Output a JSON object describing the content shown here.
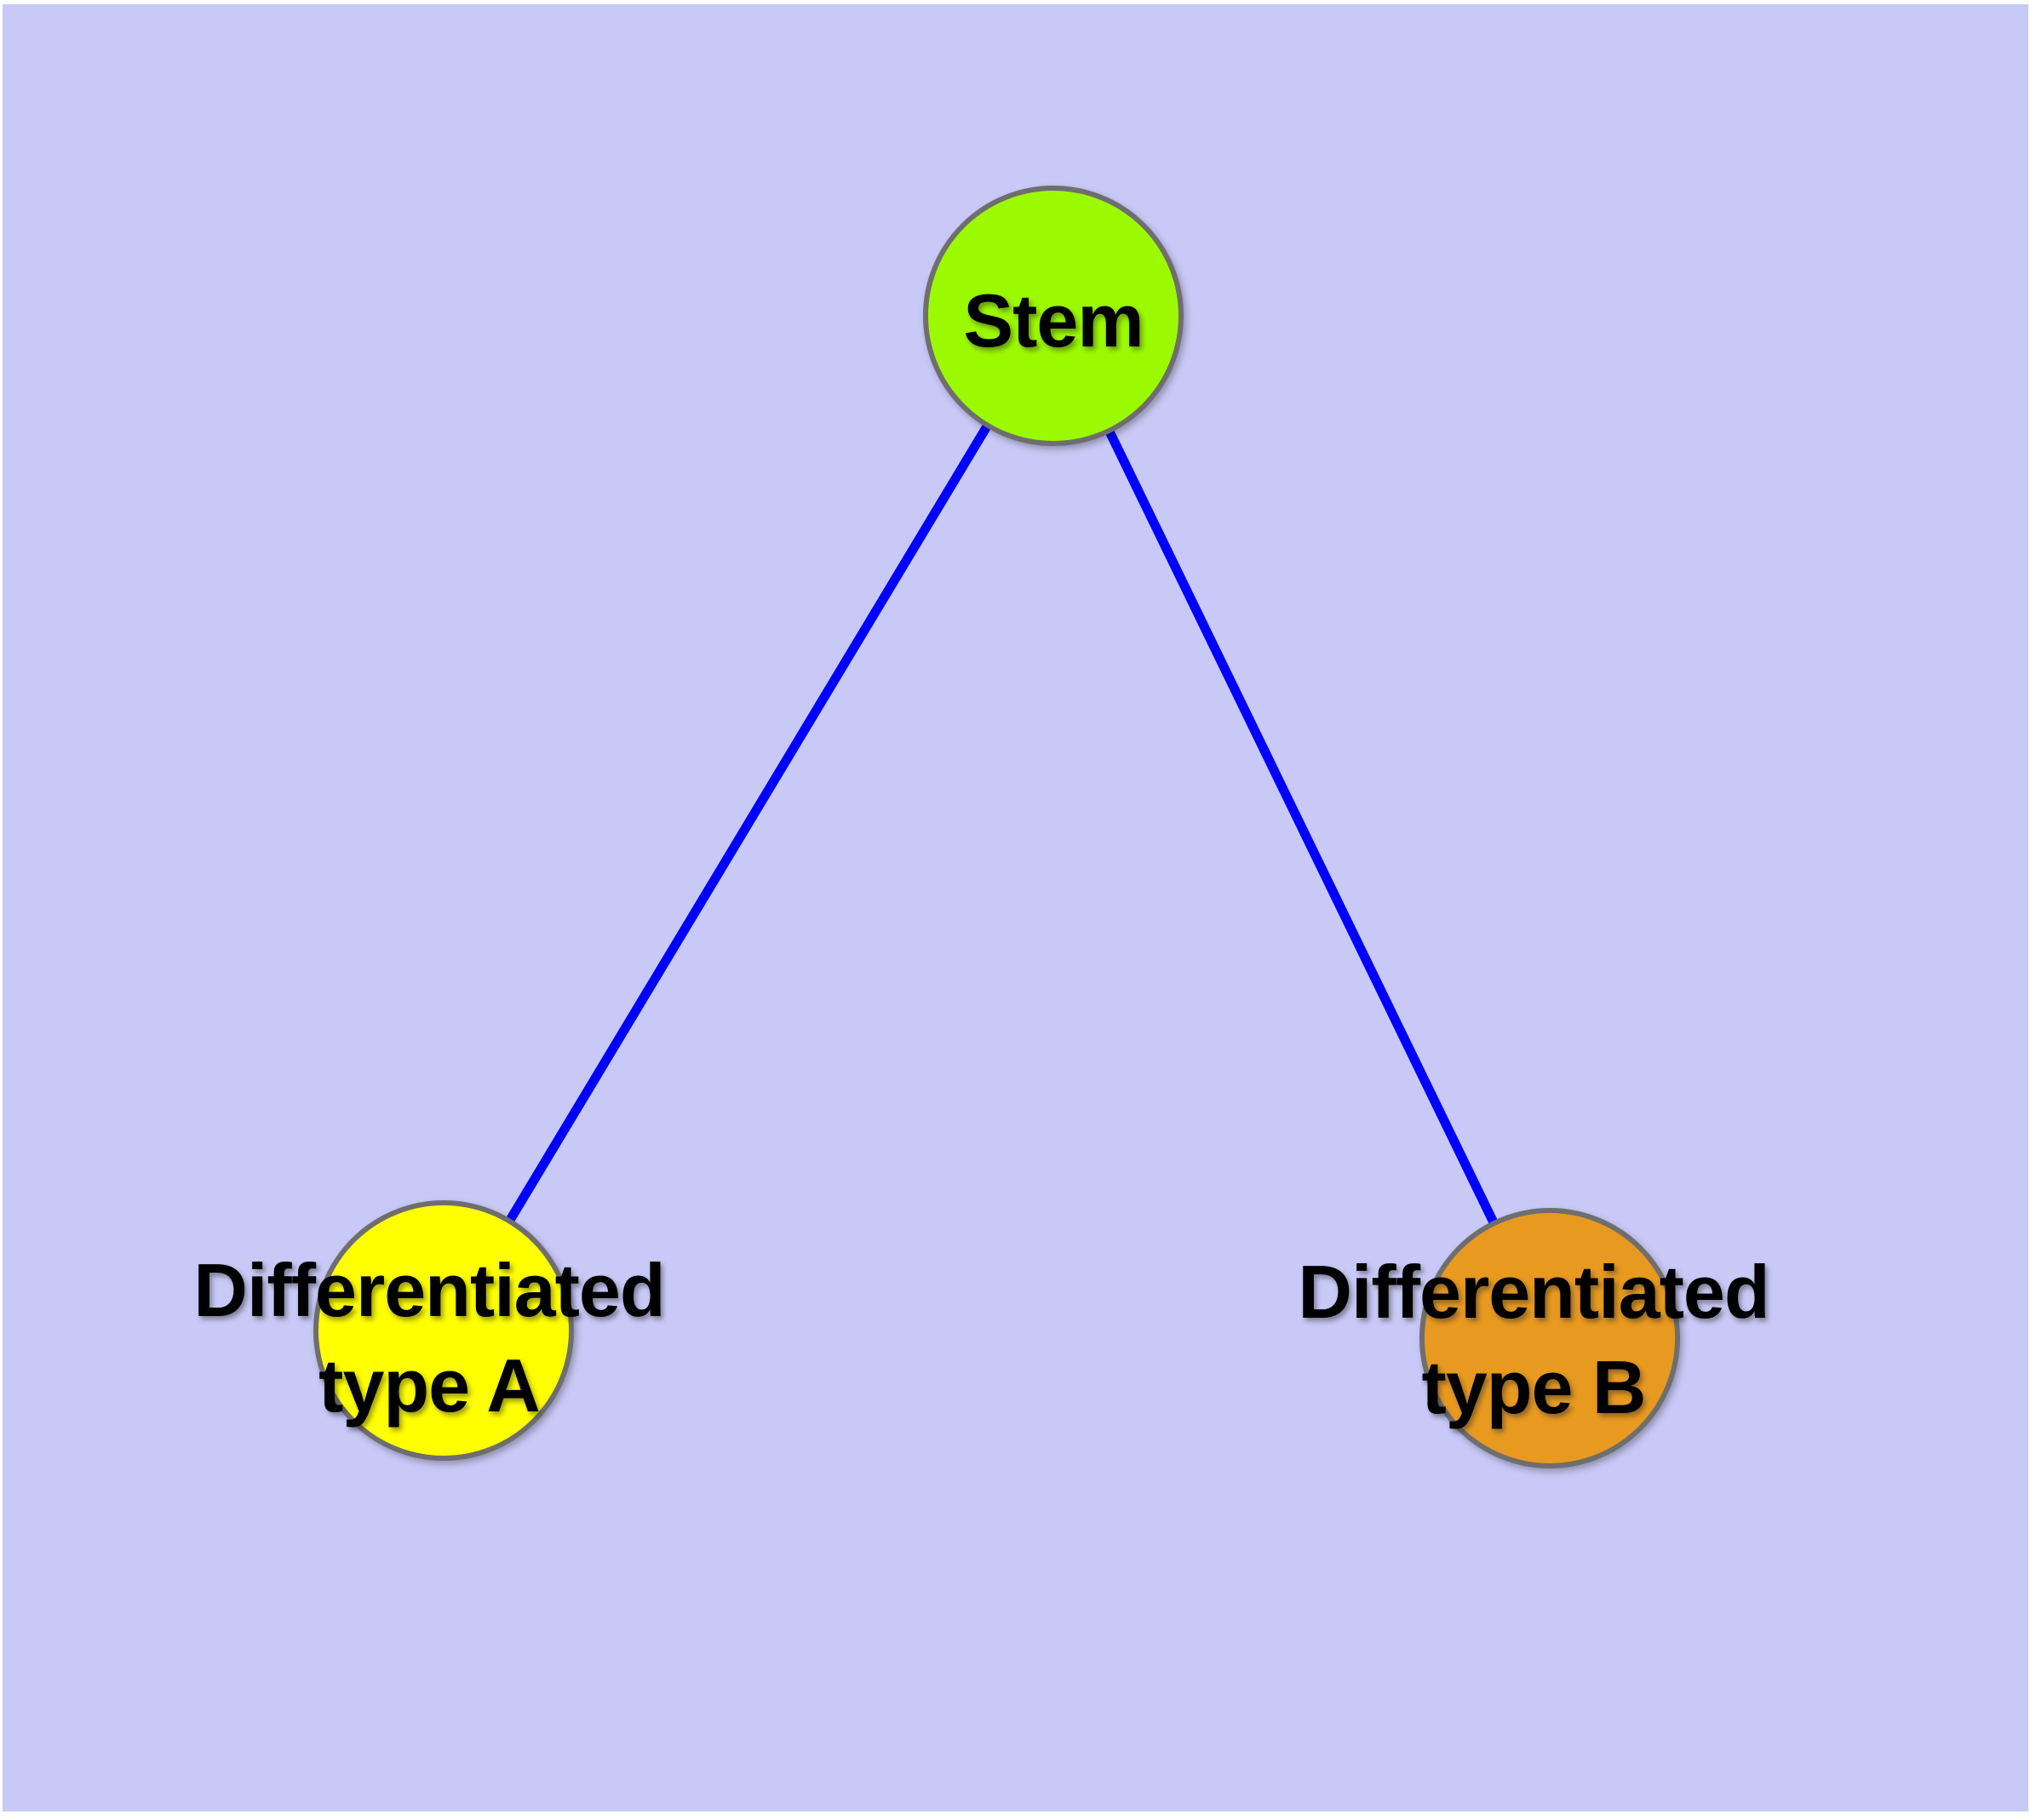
{
  "diagram": {
    "type": "graph",
    "description": "Stem cell differentiation tree with one parent node and two child nodes",
    "nodes": [
      {
        "id": "stem",
        "label_lines": [
          "Stem"
        ],
        "fill": "#9CFA00"
      },
      {
        "id": "type-a",
        "label_lines": [
          "Differentiated",
          "type A"
        ],
        "fill": "#FFFF00"
      },
      {
        "id": "type-b",
        "label_lines": [
          "Differentiated",
          "type B"
        ],
        "fill": "#E89A20"
      }
    ],
    "edges": [
      {
        "from": "stem",
        "to": "type-a"
      },
      {
        "from": "stem",
        "to": "type-b"
      }
    ],
    "colors": {
      "page": "#FFFFFF",
      "background": "#C9C9F7",
      "edge": "#0000FF",
      "node_border": "#6E6E6E",
      "label": "#000000"
    }
  }
}
